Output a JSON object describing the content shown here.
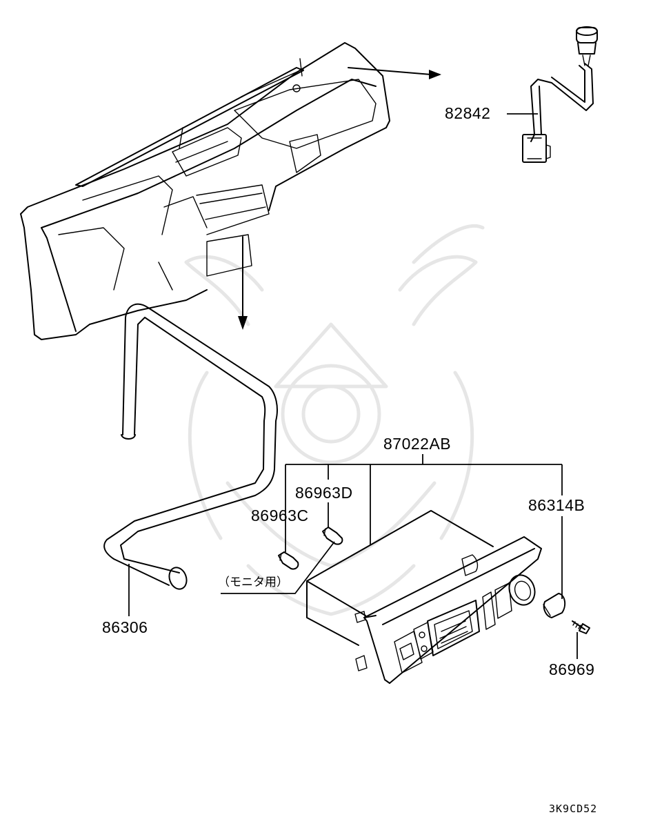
{
  "parts": {
    "p82842": "82842",
    "p87022ab": "87022AB",
    "p86963d": "86963D",
    "p86963c": "86963C",
    "p86314b": "86314B",
    "p86306": "86306",
    "p86969": "86969"
  },
  "note": "（モニタ用）",
  "diagram_code": "3K9CD52",
  "colors": {
    "line": "#000000",
    "watermark": "#e6e6e6",
    "background": "#ffffff"
  }
}
